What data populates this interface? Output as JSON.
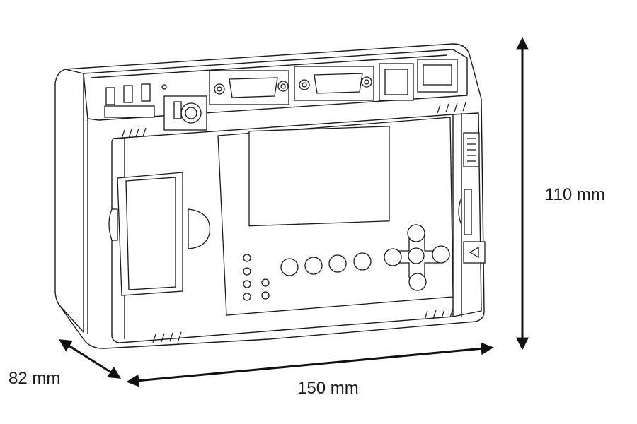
{
  "dimensions": {
    "height": "110 mm",
    "width": "150 mm",
    "depth": "82 mm"
  },
  "colors": {
    "line": "#1a1a1a",
    "body_fill": "#ffffff",
    "screen_fill": "#ffffff",
    "arrow": "#111111"
  },
  "icons": [
    "play-left-icon"
  ]
}
